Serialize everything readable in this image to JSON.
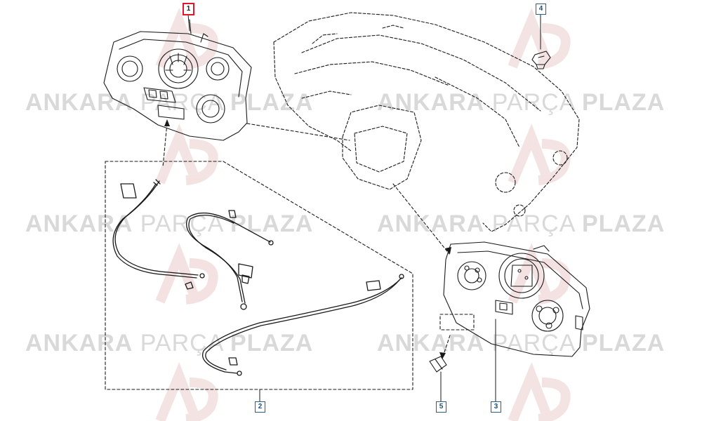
{
  "watermark": {
    "word1": "ANKARA",
    "word2": "PARÇA",
    "word3": "PLAZA"
  },
  "callouts": [
    {
      "id": "1",
      "label": "1",
      "selected": true
    },
    {
      "id": "2",
      "label": "2",
      "selected": false
    },
    {
      "id": "3",
      "label": "3",
      "selected": false
    },
    {
      "id": "4",
      "label": "4",
      "selected": false
    },
    {
      "id": "5",
      "label": "5",
      "selected": false
    }
  ],
  "colors": {
    "line": "#1a1a1a",
    "callout_border": "#2a5f8a",
    "selected_border": "#e0162b",
    "watermark": "#d9d9d9"
  }
}
